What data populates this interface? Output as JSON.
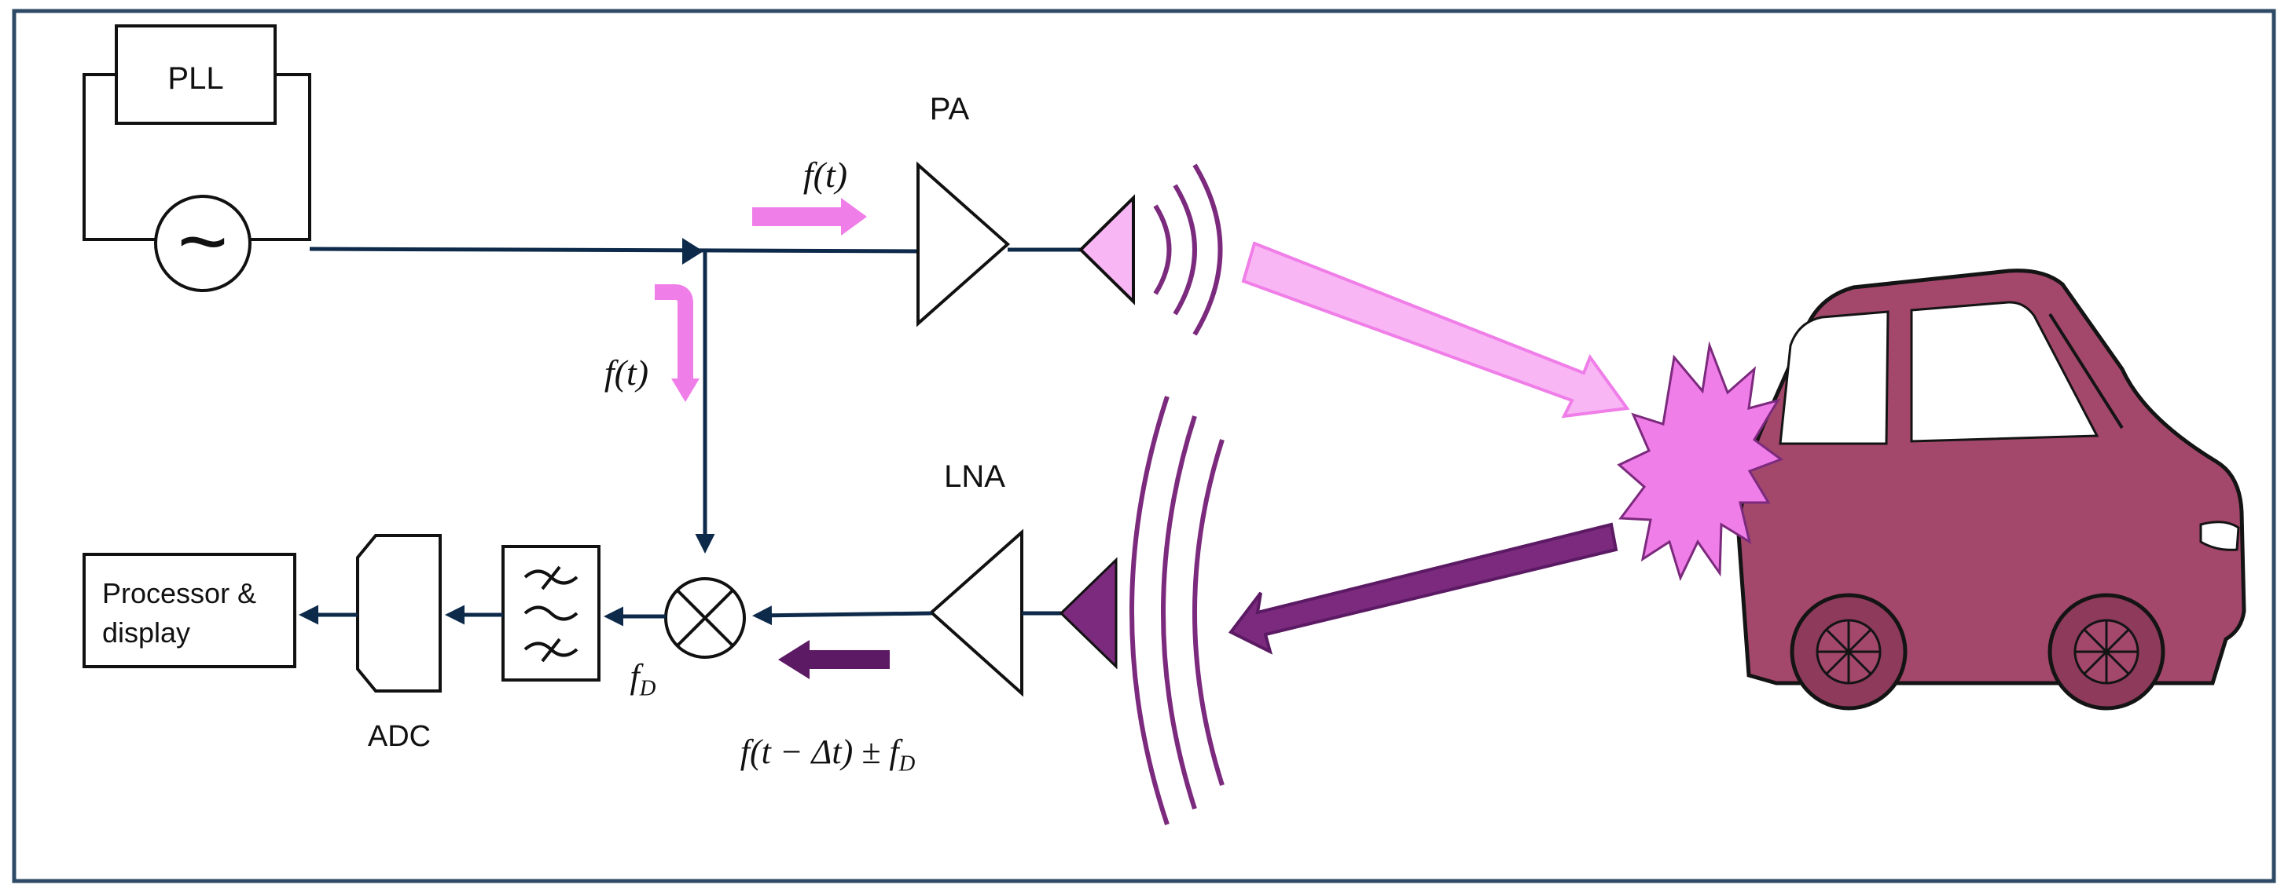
{
  "blocks": {
    "pll": "PLL",
    "oscillator_symbol": "~",
    "pa": "PA",
    "lna": "LNA",
    "adc": "ADC",
    "processor_line1": "Processor &",
    "processor_line2": "display"
  },
  "signals": {
    "tx_top": "f(t)",
    "tx_down": "f(t)",
    "doppler": "f_D",
    "received": "f(t − Δt) ± f_D"
  },
  "colors": {
    "frame": "#2e4a66",
    "line": "#0d2a4a",
    "pink": "#f07ee8",
    "pink_light": "#f9b6f4",
    "purple": "#7b2a7d",
    "purple_dark": "#5b1a63",
    "car_body": "#a3486b",
    "car_outline": "#141414",
    "window": "#ffffff"
  }
}
